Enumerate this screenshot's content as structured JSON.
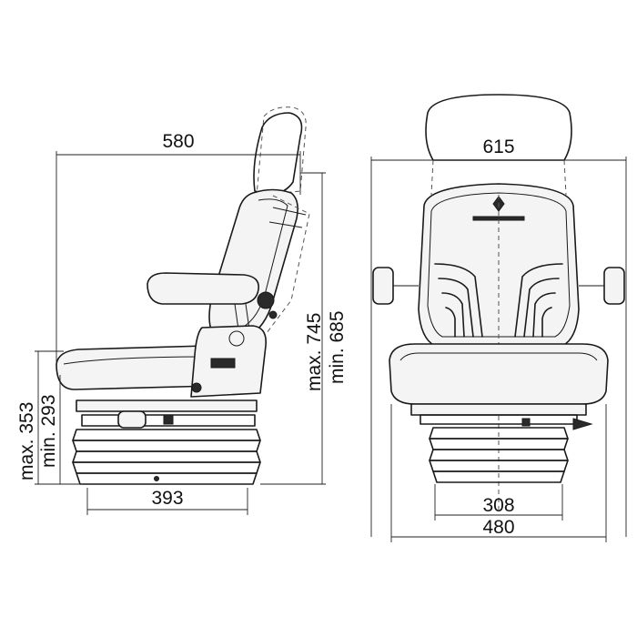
{
  "diagram": {
    "side_view": {
      "overall_depth": "580",
      "base_depth": "393",
      "seat_height_max": "max. 353",
      "seat_height_min": "min. 293",
      "total_height_max": "max. 745",
      "total_height_min": "min. 685"
    },
    "front_view": {
      "overall_width": "615",
      "base_width_inner": "308",
      "base_width_outer": "480"
    },
    "colors": {
      "line": "#1a1a1a",
      "background": "#ffffff"
    }
  }
}
